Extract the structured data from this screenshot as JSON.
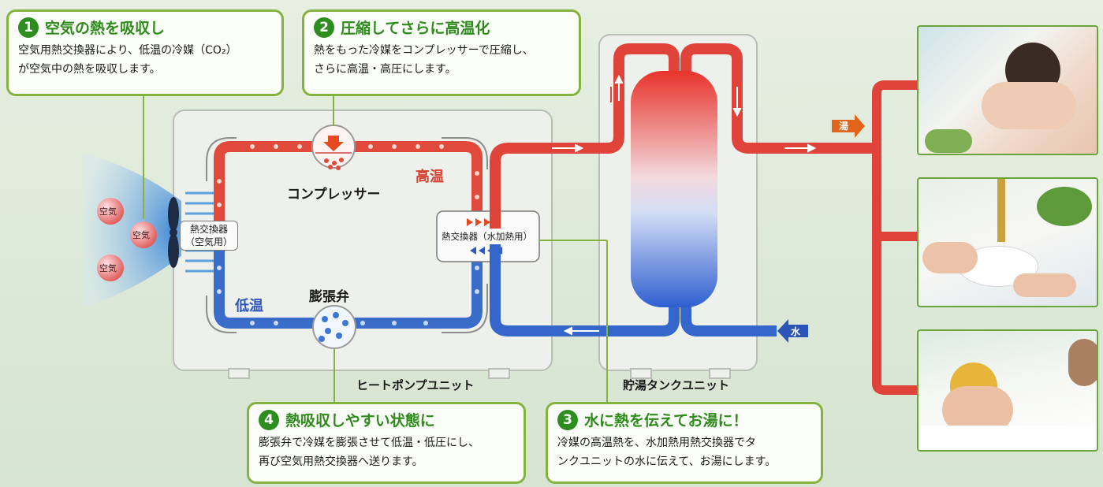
{
  "steps": [
    {
      "number": "1",
      "title": "空気の熱を吸収し",
      "body": "空気用熱交換器により、低温の冷媒（CO₂）\nが空気中の熱を吸収します。"
    },
    {
      "number": "2",
      "title": "圧縮してさらに高温化",
      "body": "熱をもった冷媒をコンプレッサーで圧縮し、\nさらに高温・高圧にします。"
    },
    {
      "number": "3",
      "title": "水に熱を伝えてお湯に！",
      "body": "冷媒の高温熱を、水加熱用熱交換器でタ\nンクユニットの水に伝えて、お湯にします。"
    },
    {
      "number": "4",
      "title": "熱吸収しやすい状態に",
      "body": "膨張弁で冷媒を膨張させて低温・低圧にし、\n再び空気用熱交換器へ送ります。"
    }
  ],
  "labels": {
    "compressor": "コンプレッサー",
    "high_temp": "高温",
    "low_temp": "低温",
    "expansion_valve": "膨張弁",
    "air_hx": "熱交換器\n（空気用）",
    "water_hx": "熱交換器（水加熱用）",
    "heat_pump_unit": "ヒートポンプユニット",
    "tank_unit": "貯湯タンクユニット",
    "air": "空気",
    "hot_water": "湯",
    "water": "水"
  },
  "colors": {
    "hot": "#e03a2a",
    "cold": "#2f63c9",
    "accent_green": "#86b23f"
  }
}
